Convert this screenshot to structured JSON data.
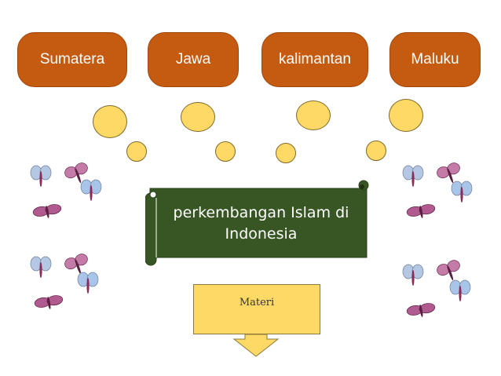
{
  "regions": [
    {
      "label": "Sumatera"
    },
    {
      "label": "Jawa"
    },
    {
      "label": "kalimantan"
    },
    {
      "label": "Maluku"
    }
  ],
  "center": {
    "line1": "perkembangan Islam di",
    "line2": "Indonesia"
  },
  "materi": {
    "label": "Materi"
  },
  "colors": {
    "region_fill": "#c55a11",
    "bubble_fill": "#ffd966",
    "banner_fill": "#375623",
    "materi_fill": "#ffd966"
  },
  "icons": [
    "butterfly-icon",
    "scroll-banner",
    "down-arrow-icon"
  ]
}
